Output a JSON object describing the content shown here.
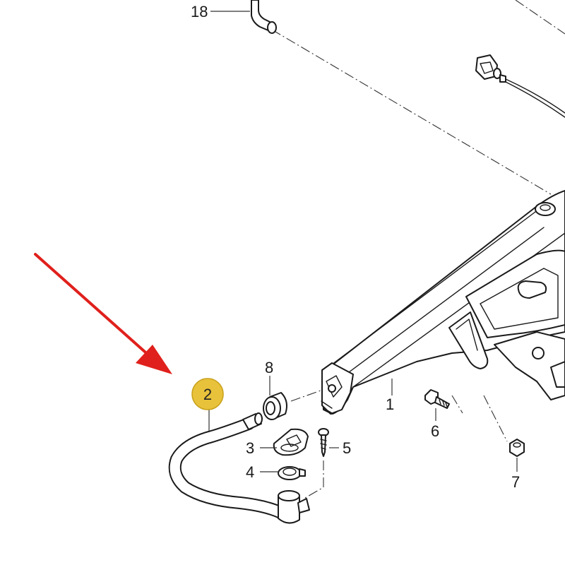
{
  "callouts": [
    {
      "id": "1",
      "text": "1"
    },
    {
      "id": "2",
      "text": "2",
      "highlighted": true
    },
    {
      "id": "3",
      "text": "3"
    },
    {
      "id": "4",
      "text": "4"
    },
    {
      "id": "5",
      "text": "5"
    },
    {
      "id": "6",
      "text": "6"
    },
    {
      "id": "7",
      "text": "7"
    },
    {
      "id": "8",
      "text": "8"
    },
    {
      "id": "18",
      "text": "18"
    }
  ],
  "colors": {
    "badge_fill": "#e8c23a",
    "badge_stroke": "#c9a21c",
    "arrow": "#e0201c",
    "line": "#1a1a1a"
  },
  "icons": {
    "pointer": "red-arrow-icon"
  }
}
